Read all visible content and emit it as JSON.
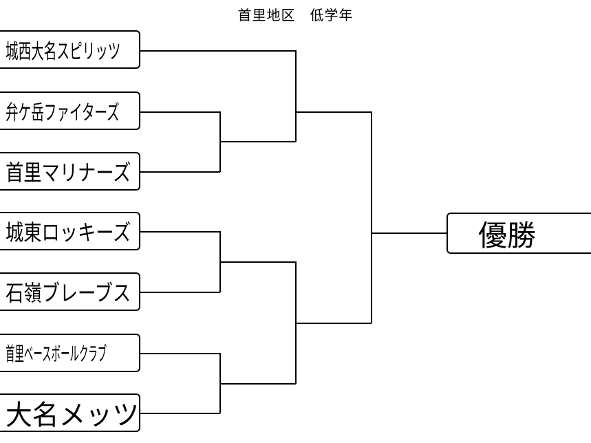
{
  "title": "首里地区　低学年",
  "teams": [
    "城西大名スピリッツ",
    "弁ケ岳ファイターズ",
    "首里マリナーズ",
    "城東ロッキーズ",
    "石嶺ブレーブス",
    "首里ベースボールクラブ",
    "大名メッツ"
  ],
  "champion_label": "優勝"
}
